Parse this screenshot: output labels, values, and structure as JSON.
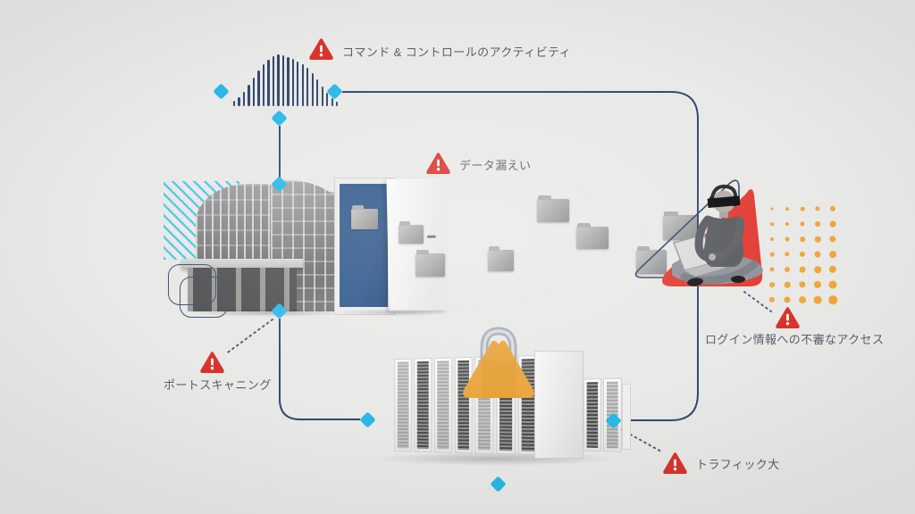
{
  "diagram": {
    "alerts": {
      "command_control": "コマンド & コントロールのアクティビティ",
      "data_leak": "データ漏えい",
      "port_scanning": "ポートスキャニング",
      "credential_access": "ログイン情報への不審なアクセス",
      "high_traffic": "トラフィック大"
    }
  },
  "colors": {
    "background": "#e9e9e7",
    "line": "#33496f",
    "node": "#29b8e8",
    "alert": "#d7342c",
    "accent_red": "#e23b33",
    "accent_orange": "#f0a73e",
    "lock": "#eaa43c",
    "door": "#2c568a",
    "label_text": "#565f6d",
    "stripes": "#56c6ea"
  },
  "cloud": {
    "bar_heights": [
      6,
      10,
      16,
      24,
      32,
      40,
      47,
      52,
      56,
      58,
      57,
      55,
      53,
      50,
      47,
      43,
      37,
      30,
      22,
      15,
      9,
      5
    ]
  },
  "dots_grid": {
    "rows": 7,
    "cols": 5
  }
}
